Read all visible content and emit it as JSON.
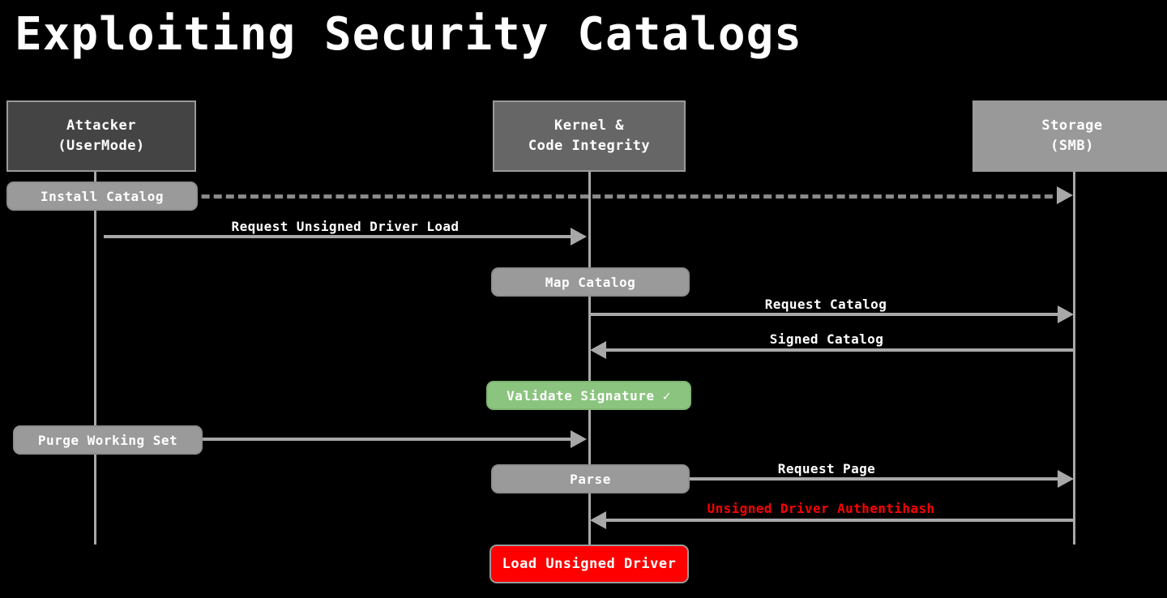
{
  "diagram": {
    "title": "Exploiting Security Catalogs",
    "type": "sequence-diagram",
    "background_color": "#000000",
    "participants": [
      {
        "id": "attacker",
        "line1": "Attacker",
        "line2": "(UserMode)",
        "fill": "#444444"
      },
      {
        "id": "kernel",
        "line1": "Kernel &",
        "line2": "Code Integrity",
        "fill": "#666666"
      },
      {
        "id": "storage",
        "line1": "Storage",
        "line2": "(SMB)",
        "fill": "#999999"
      }
    ],
    "notes": [
      {
        "id": "install-catalog",
        "label": "Install Catalog",
        "fill": "#9a9a9a"
      },
      {
        "id": "map-catalog",
        "label": "Map Catalog",
        "fill": "#9a9a9a"
      },
      {
        "id": "validate-signature",
        "label": "Validate Signature ✓",
        "fill": "#8bc47f"
      },
      {
        "id": "purge-working-set",
        "label": "Purge Working Set",
        "fill": "#9a9a9a"
      },
      {
        "id": "parse",
        "label": "Parse",
        "fill": "#9a9a9a"
      },
      {
        "id": "load-unsigned-driver",
        "label": "Load Unsigned Driver",
        "fill": "#ff0000"
      }
    ],
    "messages": [
      {
        "id": "install-catalog-msg",
        "label": "",
        "from": "attacker",
        "to": "storage",
        "style": "dashed",
        "direction": "right"
      },
      {
        "id": "request-unsigned-load",
        "label": "Request Unsigned Driver Load",
        "from": "attacker",
        "to": "kernel",
        "style": "solid",
        "direction": "right"
      },
      {
        "id": "request-catalog",
        "label": "Request Catalog",
        "from": "kernel",
        "to": "storage",
        "style": "solid",
        "direction": "right"
      },
      {
        "id": "signed-catalog",
        "label": "Signed Catalog",
        "from": "storage",
        "to": "kernel",
        "style": "solid",
        "direction": "left"
      },
      {
        "id": "purge-working-set-msg",
        "label": "",
        "from": "attacker",
        "to": "kernel",
        "style": "solid",
        "direction": "right"
      },
      {
        "id": "request-page",
        "label": "Request Page",
        "from": "kernel",
        "to": "storage",
        "style": "solid",
        "direction": "right"
      },
      {
        "id": "unsigned-authentihash",
        "label": "Unsigned Driver Authentihash",
        "from": "storage",
        "to": "kernel",
        "style": "solid",
        "direction": "left",
        "color": "#ff0000"
      }
    ]
  }
}
